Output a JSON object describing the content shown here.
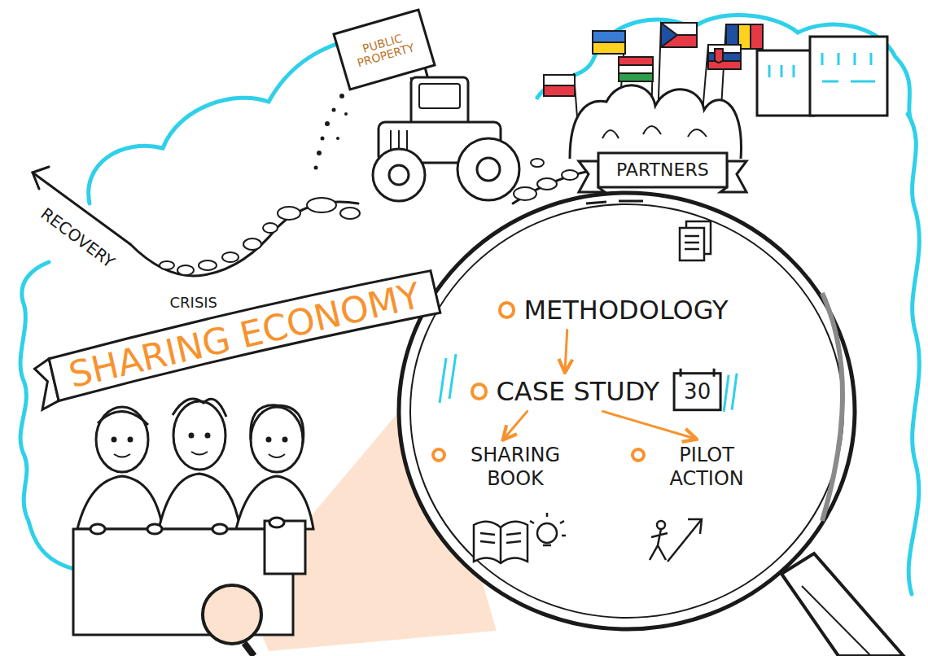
{
  "diagram": {
    "nodes": [
      {
        "text": [
          "PARTNERS"
        ]
      },
      {
        "text": [
          "SHARING ECONOMY"
        ]
      },
      {
        "text": [
          "METHODOLOGY"
        ]
      },
      {
        "text": [
          "CASE STUDY"
        ]
      },
      {
        "text": [
          "SHARING BOOK"
        ]
      },
      {
        "text": [
          "PILOT ACTION"
        ]
      }
    ],
    "edges": [
      {
        "from": 2,
        "to": 3,
        "arrow": "to"
      },
      {
        "from": 3,
        "to": 4,
        "arrow": "to"
      },
      {
        "from": 3,
        "to": 5,
        "arrow": "to"
      }
    ],
    "labels": [
      "PUBLIC PROPERTY",
      "RECOVERY",
      "CRISIS",
      "30"
    ]
  }
}
